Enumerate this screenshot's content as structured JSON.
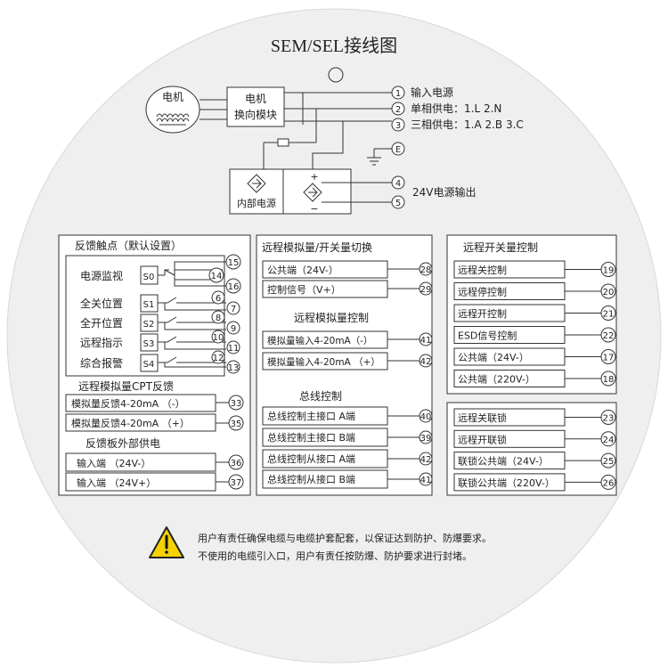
{
  "title": "SEM/SEL接线图",
  "colors": {
    "disc": "#efefef",
    "line": "#333333",
    "warn_fill": "#f5d200"
  },
  "motor": {
    "label": "电机"
  },
  "reverse_module": {
    "line1": "电机",
    "line2": "换向模块"
  },
  "internal_power": {
    "label": "内部电源"
  },
  "top_terminals": [
    {
      "num": "1",
      "text": "输入电源"
    },
    {
      "num": "2",
      "text": "单相供电：1.L  2.N"
    },
    {
      "num": "3",
      "text": "三相供电：1.A  2.B  3.C"
    },
    {
      "num": "E",
      "text": ""
    },
    {
      "num": "4",
      "text": "24V电源输出"
    },
    {
      "num": "5",
      "text": ""
    }
  ],
  "polarity": {
    "plus": "+",
    "minus": "−"
  },
  "feedback_contacts": {
    "title": "反馈触点（默认设置）",
    "rows": [
      {
        "label": "电源监视",
        "switch": "S0",
        "terms": [
          "15",
          "14",
          "16"
        ]
      },
      {
        "label": "全关位置",
        "switch": "S1",
        "terms": [
          "6",
          "7"
        ]
      },
      {
        "label": "全开位置",
        "switch": "S2",
        "terms": [
          "8",
          "9"
        ]
      },
      {
        "label": "远程指示",
        "switch": "S3",
        "terms": [
          "10",
          "11"
        ]
      },
      {
        "label": "综合报警",
        "switch": "S4",
        "terms": [
          "12",
          "13"
        ]
      }
    ]
  },
  "cpt_feedback": {
    "title": "远程模拟量CPT反馈",
    "rows": [
      {
        "label": "模拟量反馈4-20mA （-）",
        "num": "33"
      },
      {
        "label": "模拟量反馈4-20mA （+）",
        "num": "35"
      }
    ]
  },
  "external_power": {
    "title": "反馈板外部供电",
    "rows": [
      {
        "label": "输入端 （24V-）",
        "num": "36"
      },
      {
        "label": "输入端 （24V+）",
        "num": "37"
      }
    ]
  },
  "analog_switch": {
    "title": "远程模拟量/开关量切换",
    "rows": [
      {
        "label": "公共端（24V-）",
        "num": "28"
      },
      {
        "label": "控制信号（V+）",
        "num": "29"
      }
    ]
  },
  "analog_control": {
    "title": "远程模拟量控制",
    "rows": [
      {
        "label": "模拟量输入4-20mA（-）",
        "num": "41"
      },
      {
        "label": "模拟量输入4-20mA （+）",
        "num": "42"
      }
    ]
  },
  "bus_control": {
    "title": "总线控制",
    "rows": [
      {
        "label": "总线控制主接口 A端",
        "num": "40"
      },
      {
        "label": "总线控制主接口 B端",
        "num": "39"
      },
      {
        "label": "总线控制从接口 A端",
        "num": "42"
      },
      {
        "label": "总线控制从接口 B端",
        "num": "41"
      }
    ]
  },
  "remote_switch": {
    "title": "远程开关量控制",
    "rows": [
      {
        "label": "远程关控制",
        "num": "19"
      },
      {
        "label": "远程停控制",
        "num": "20"
      },
      {
        "label": "远程开控制",
        "num": "21"
      },
      {
        "label": "ESD信号控制",
        "num": "22"
      },
      {
        "label": "公共端（24V-）",
        "num": "17"
      },
      {
        "label": "公共端（220V-）",
        "num": "18"
      }
    ]
  },
  "interlock": {
    "rows": [
      {
        "label": "远程关联锁",
        "num": "23"
      },
      {
        "label": "远程开联锁",
        "num": "24"
      },
      {
        "label": "联锁公共端（24V-）",
        "num": "25"
      },
      {
        "label": "联锁公共端（220V-）",
        "num": "26"
      }
    ]
  },
  "warning": {
    "icon": "warning-triangle-icon",
    "line1": "用户有责任确保电缆与电缆护套配套，以保证达到防护、防爆要求。",
    "line2": "不使用的电缆引入口，用户有责任按防爆、防护要求进行封堵。"
  }
}
